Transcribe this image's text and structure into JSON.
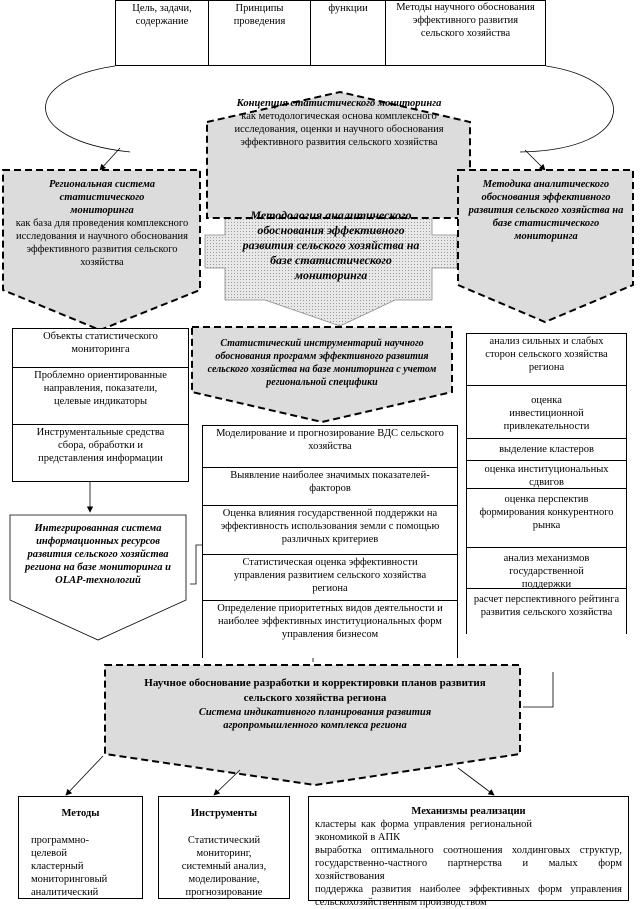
{
  "top_table": [
    "Цель, задачи, содержание",
    "Принципы проведения",
    "функции",
    "Методы научного обоснования эффективного развития сельского хозяйства"
  ],
  "concept": {
    "title": "Концепция статистического мониторинга",
    "text": "как методологическая основа комплексного исследования, оценки и научного обоснования эффективного развития сельского хозяйства"
  },
  "regional": {
    "title": "Региональная система статистического мониторинга",
    "text": "как база для проведения комплексного исследования и научного обоснования эффективного развития сельского хозяйства"
  },
  "methodology": "Методология аналитического обоснования эффективного развития сельского хозяйства на базе статистического мониторинга",
  "method_right": "Методика аналитического обоснования эффективного развития сельского хозяйства на базе статистического мониторинга",
  "left_column": [
    "Объекты статистического мониторинга",
    "Проблемно ориентированные направления, показатели, целевые индикаторы",
    "Инструментальные средства сбора, обработки и представления информации"
  ],
  "integrated": "Интегрированная система информационных ресурсов развития сельского хозяйства региона на базе мониторинга и OLAP-технологий",
  "stat_tools": "Статистический инструментарий научного обоснования программ эффективного развития сельского хозяйства на базе мониторинга с учетом региональной специфики",
  "middle_column": [
    "Моделирование и прогнозирование ВДС сельского хозяйства",
    "Выявление наиболее значимых показателей-факторов",
    "Оценка влияния государственной поддержки на эффективность использования земли с помощью различных критериев",
    "Статистическая оценка эффективности управления развитием сельского хозяйства региона",
    "Определение приоритетных видов деятельности и наиболее эффективных институциональных форм управления бизнесом"
  ],
  "right_column": [
    "анализ сильных и слабых сторон сельского хозяйства региона",
    "оценка инвестиционной привлекательности",
    "выделение кластеров",
    "оценка институциональных сдвигов",
    "оценка перспектив формирования конкурентного рынка",
    "анализ механизмов государственной поддержки",
    "расчет перспективного рейтинга развития сельского хозяйства"
  ],
  "plans": {
    "title": "Научное обоснование разработки и корректировки планов развития сельского хозяйства региона",
    "subtitle": "Система индикативного планирования развития агропромышленного комплекса региона"
  },
  "methods": {
    "title": "Методы",
    "items": [
      "программно-целевой",
      "кластерный",
      "мониторинговый",
      "аналитический"
    ]
  },
  "instruments": {
    "title": "Инструменты",
    "text": "Статистический мониторинг, системный анализ, моделирование, прогнозирование"
  },
  "mechanisms": {
    "title": "Механизмы реализации",
    "items": [
      "кластеры как форма управления региональной экономикой в АПК",
      "выработка оптимального соотношения холдинговых структур, государственно-частного партнерства и малых форм хозяйствования",
      "поддержка развития наиболее эффективных форм управления сельскохозяйственным производством"
    ]
  },
  "colors": {
    "fill": "#dcdcdc",
    "stipple": "#c8c8c8"
  }
}
